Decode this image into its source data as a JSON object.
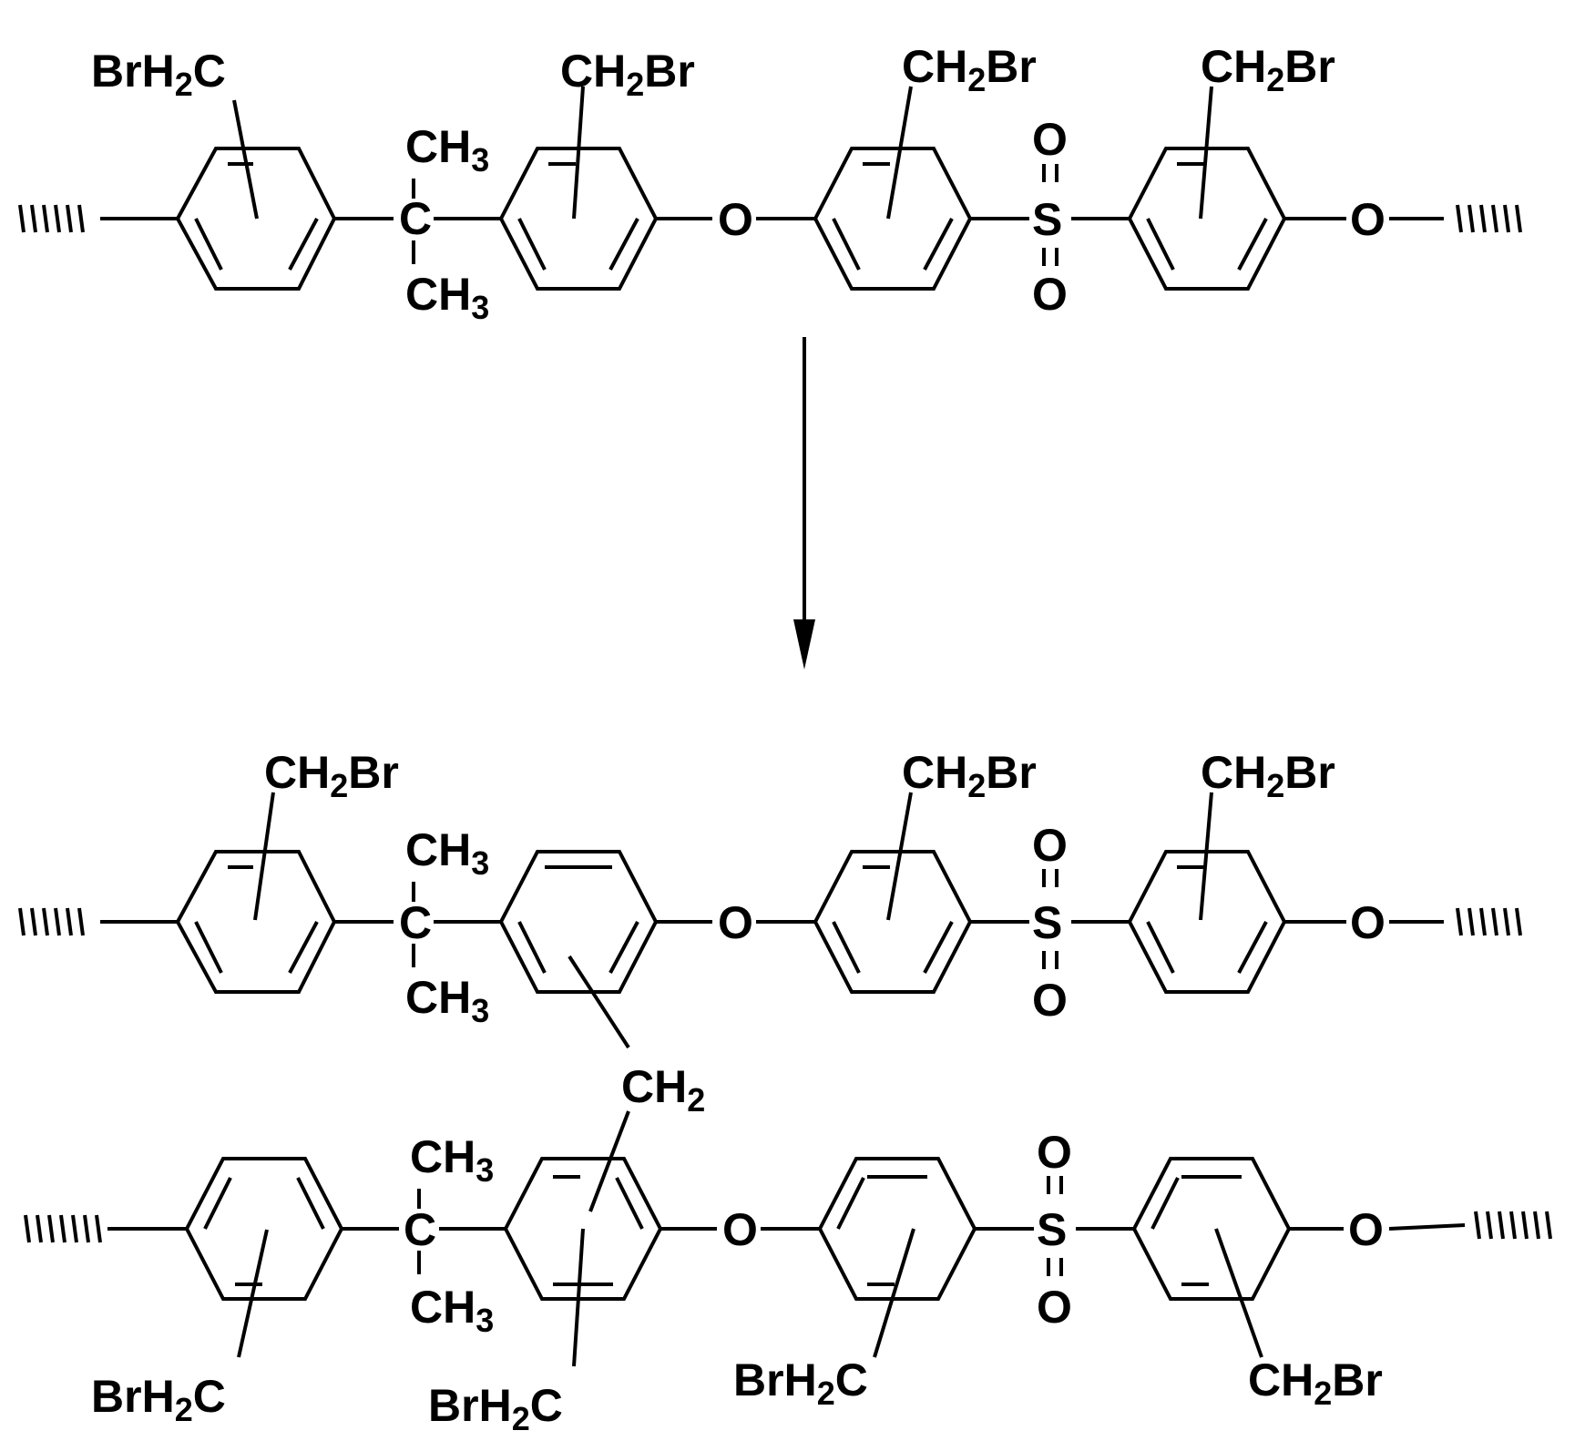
{
  "structures": {
    "top": {
      "labels": {
        "r1_sub": "BrH2C",
        "r2_sub": "CH2Br",
        "r3_sub": "CH2Br",
        "r4_sub": "CH2Br",
        "me_top": "CH3",
        "me_bot": "CH3",
        "c_center": "C",
        "o1": "O",
        "o2": "O",
        "s": "S",
        "so_top": "O",
        "so_bot": "O"
      }
    },
    "bottom_upper": {
      "labels": {
        "r1_sub": "CH2Br",
        "r3_sub": "CH2Br",
        "r4_sub": "CH2Br",
        "me_top": "CH3",
        "me_bot": "CH3",
        "c_center": "C",
        "o1": "O",
        "o2": "O",
        "s": "S",
        "so_top": "O",
        "so_bot": "O",
        "bridge": "CH2"
      }
    },
    "bottom_lower": {
      "labels": {
        "r1_sub": "BrH2C",
        "r2_sub": "BrH2C",
        "r3_sub": "BrH2C",
        "r4_sub": "CH2Br",
        "me_top": "CH3",
        "me_bot": "CH3",
        "c_center": "C",
        "o1": "O",
        "o2": "O",
        "s": "S",
        "so_top": "O",
        "so_bot": "O"
      }
    }
  },
  "colors": {
    "ink": "#000000",
    "background": "#ffffff"
  }
}
